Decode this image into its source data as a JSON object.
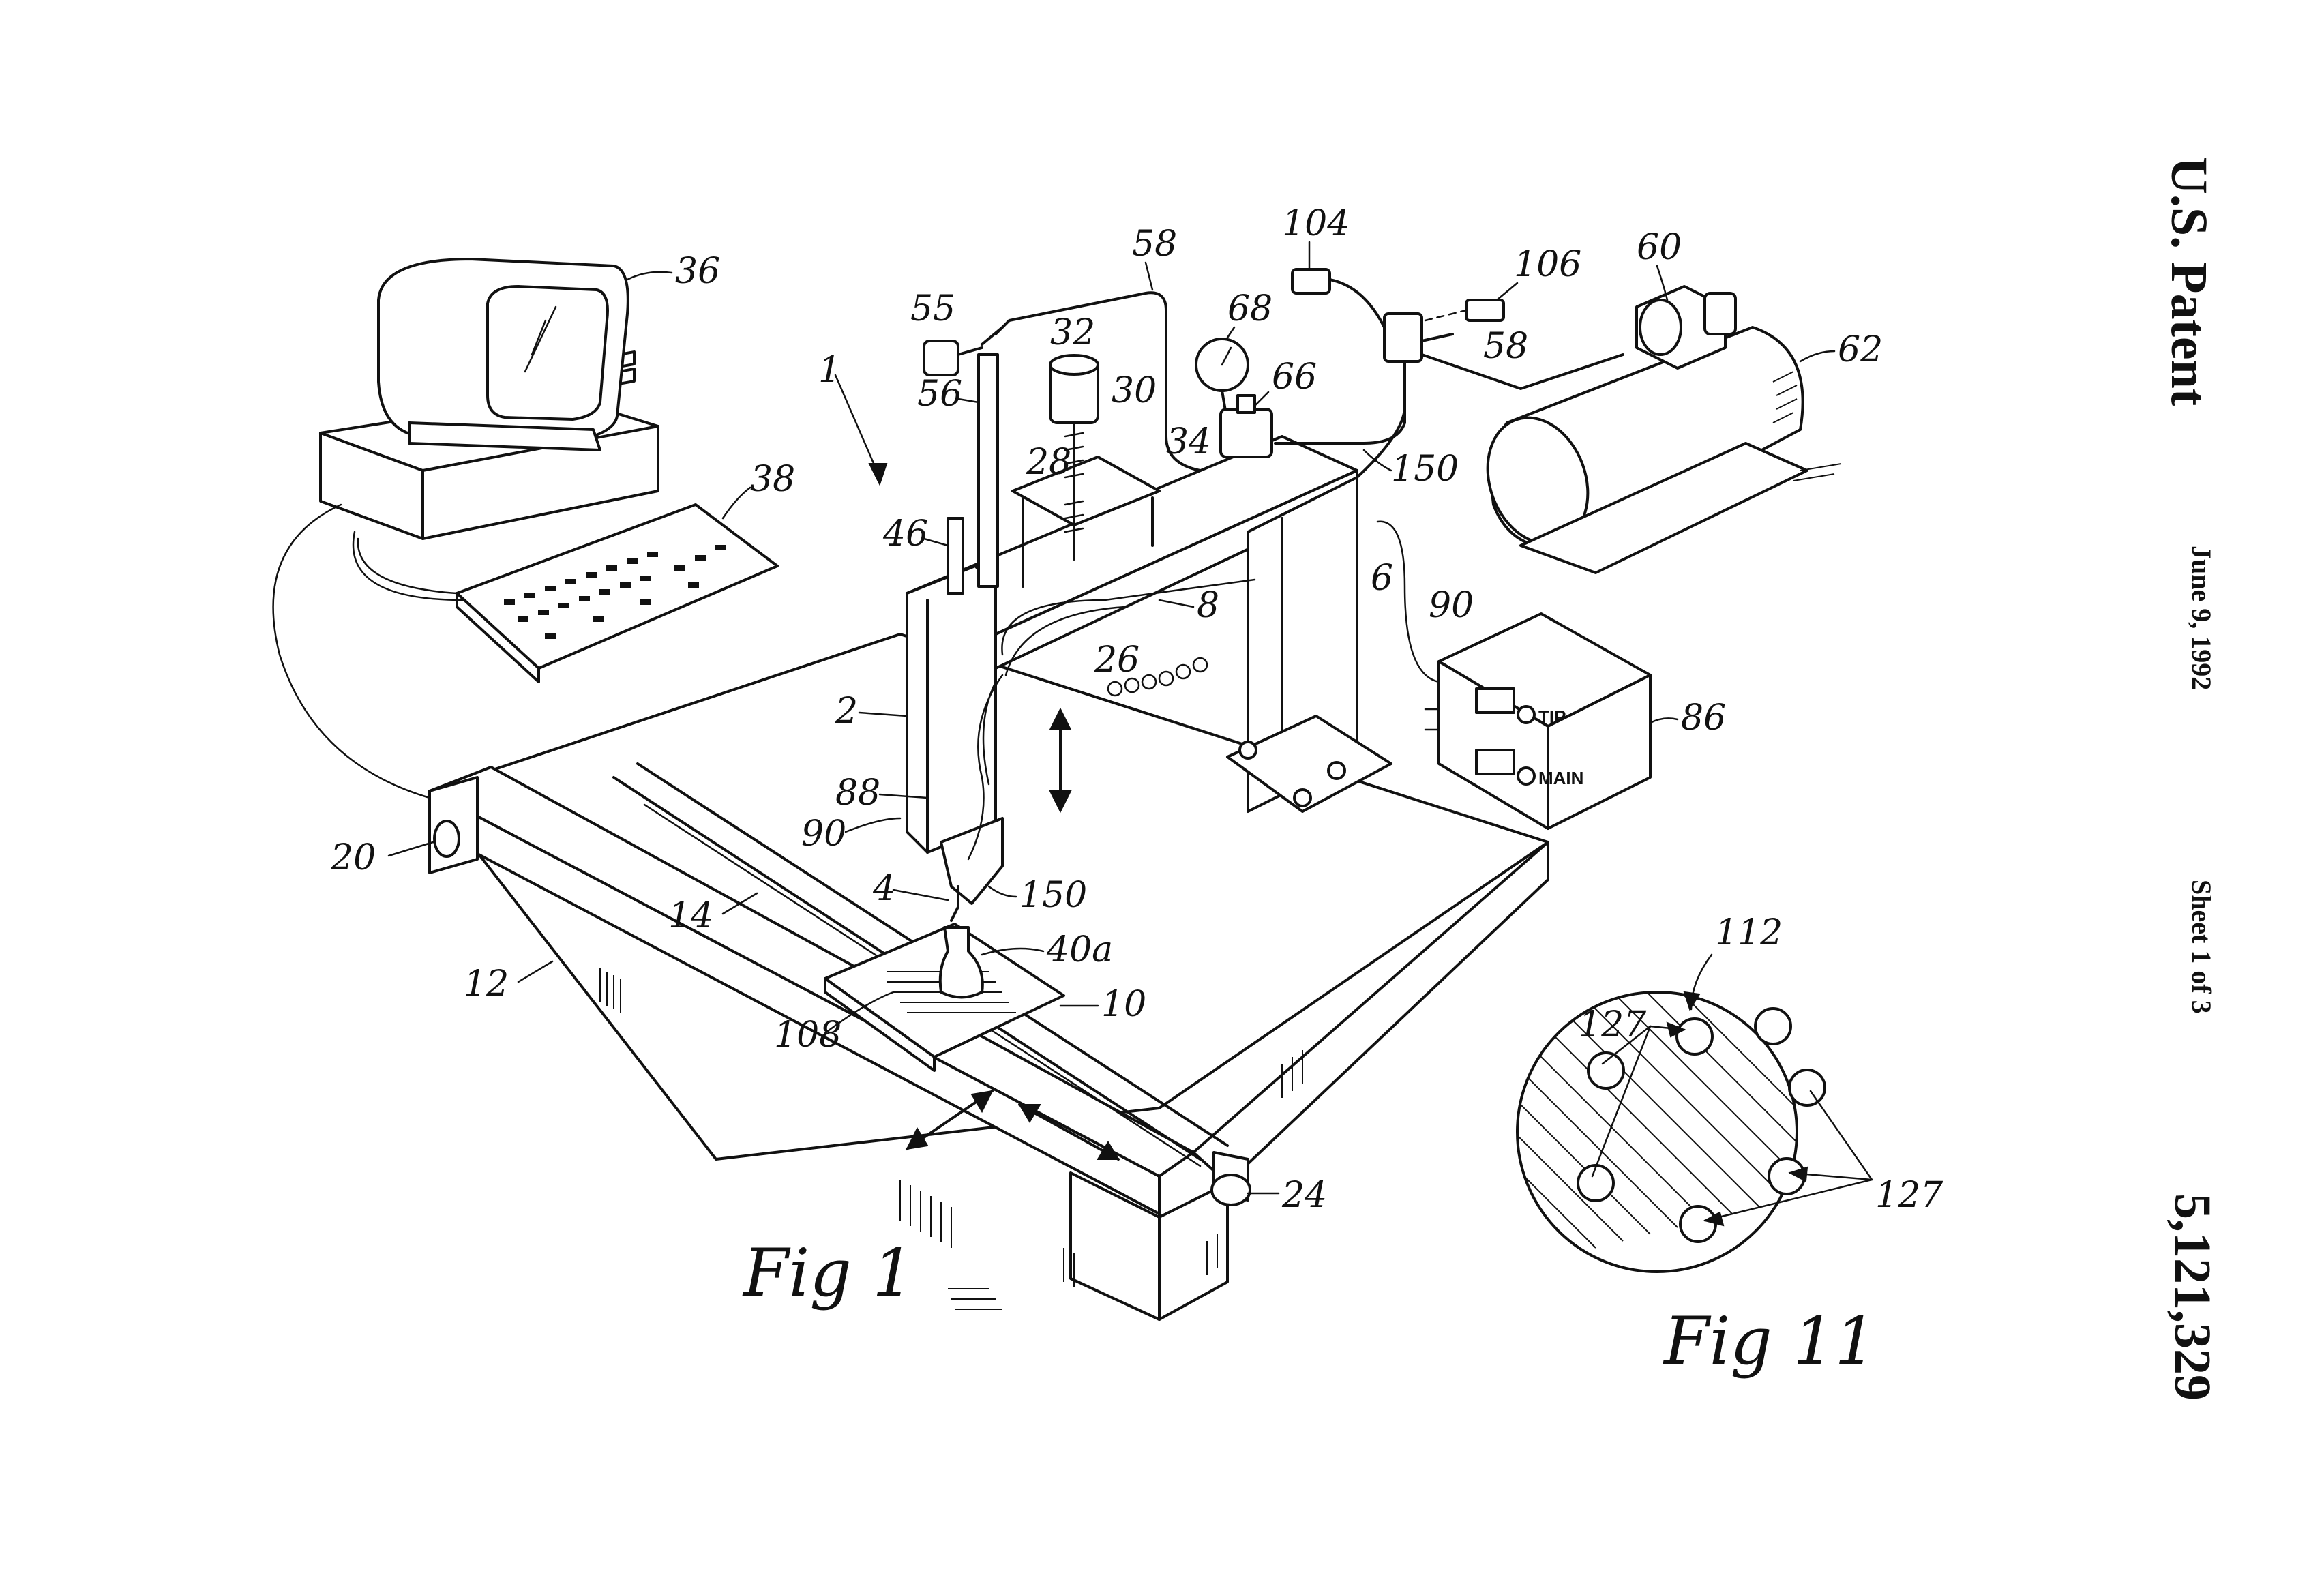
{
  "header": {
    "patent_title": "U.S. Patent",
    "date": "June 9, 1992",
    "sheet": "Sheet 1 of 3",
    "patent_number": "5,121,329"
  },
  "figures": {
    "fig1_caption": "Fig 1",
    "fig11_caption": "Fig 11"
  },
  "control_panel": {
    "tip_label": "TIP",
    "main_label": "MAIN"
  },
  "fig1_refs": {
    "r1": "1",
    "r2": "2",
    "r4": "4",
    "r6": "6",
    "r8": "8",
    "r10": "10",
    "r12": "12",
    "r14": "14",
    "r20": "20",
    "r24": "24",
    "r26": "26",
    "r28": "28",
    "r30": "30",
    "r32": "32",
    "r34": "34",
    "r36": "36",
    "r38": "38",
    "r40a": "40a",
    "r46": "46",
    "r55": "55",
    "r56": "56",
    "r58a": "58",
    "r58b": "58",
    "r60": "60",
    "r62": "62",
    "r66": "66",
    "r68": "68",
    "r86": "86",
    "r88": "88",
    "r90a": "90",
    "r90b": "90",
    "r104": "104",
    "r106": "106",
    "r108": "108",
    "r150a": "150",
    "r150b": "150"
  },
  "fig11_refs": {
    "r112": "112",
    "r127a": "127",
    "r127b": "127"
  }
}
